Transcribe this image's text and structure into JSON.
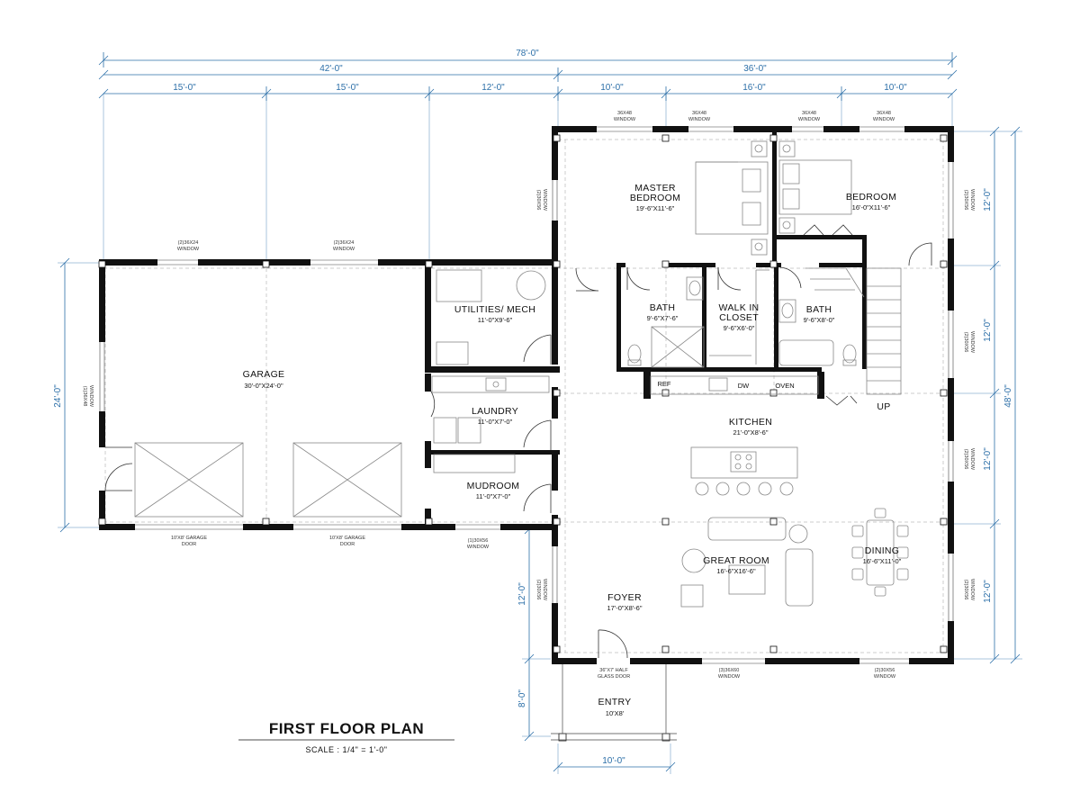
{
  "title": "FIRST FLOOR PLAN",
  "scale": "SCALE : 1/4\" = 1'-0\"",
  "colors": {
    "wall": "#111111",
    "dimension": "#2c6fa8",
    "furniture": "#888888"
  },
  "rooms": {
    "garage": {
      "name": "GARAGE",
      "size": "30'-0\"X24'-0\""
    },
    "utilities": {
      "name": "UTILITIES/ MECH",
      "size": "11'-0\"X9'-6\""
    },
    "laundry": {
      "name": "LAUNDRY",
      "size": "11'-0\"X7'-0\""
    },
    "mudroom": {
      "name": "MUDROOM",
      "size": "11'-0\"X7'-0\""
    },
    "master": {
      "name1": "MASTER",
      "name2": "BEDROOM",
      "size": "19'-6\"X11'-6\""
    },
    "bedroom": {
      "name": "BEDROOM",
      "size": "16'-0\"X11'-6\""
    },
    "bath1": {
      "name": "BATH",
      "size": "9'-6\"X7'-6\""
    },
    "closet": {
      "name1": "WALK IN",
      "name2": "CLOSET",
      "size": "9'-6\"X6'-0\""
    },
    "bath2": {
      "name": "BATH",
      "size": "9'-6\"X8'-0\""
    },
    "kitchen": {
      "name": "KITCHEN",
      "size": "21'-0\"X8'-6\""
    },
    "great": {
      "name": "GREAT ROOM",
      "size": "16'-6\"X16'-6\""
    },
    "dining": {
      "name": "DINING",
      "size": "16'-6\"X11'-0\""
    },
    "foyer": {
      "name": "FOYER",
      "size": "17'-0\"X8'-6\""
    },
    "entry": {
      "name": "ENTRY",
      "size": "10'X8'"
    }
  },
  "appliances": {
    "ref": "REF",
    "dw": "DW",
    "oven": "OVEN",
    "up": "UP"
  },
  "notes": {
    "win3648": "36X48",
    "window": "WINDOW",
    "win3056": "(2)30X56",
    "win3056s": "(1)30X56",
    "win3024": "(2)36X24",
    "win3648side": "(1)36X48",
    "win3060": "(3)36X60",
    "garage_door1": "10'X8' GARAGE",
    "door": "DOOR",
    "half_door1": "36\"X7' HALF",
    "half_door2": "GLASS DOOR"
  },
  "dims": {
    "total": "78'-0\"",
    "left": "42'-0\"",
    "right": "36'-0\"",
    "g1": "15'-0\"",
    "g2": "15'-0\"",
    "g3": "12'-0\"",
    "h1": "10'-0\"",
    "h2": "16'-0\"",
    "h3": "10'-0\"",
    "v24": "24'-0\"",
    "v48": "48'-0\"",
    "v12a": "12'-0\"",
    "v12b": "12'-0\"",
    "v12c": "12'-0\"",
    "v12d": "12'-0\"",
    "v12e": "12'-0\"",
    "v8": "8'-0\"",
    "entry_w": "10'-0\""
  }
}
